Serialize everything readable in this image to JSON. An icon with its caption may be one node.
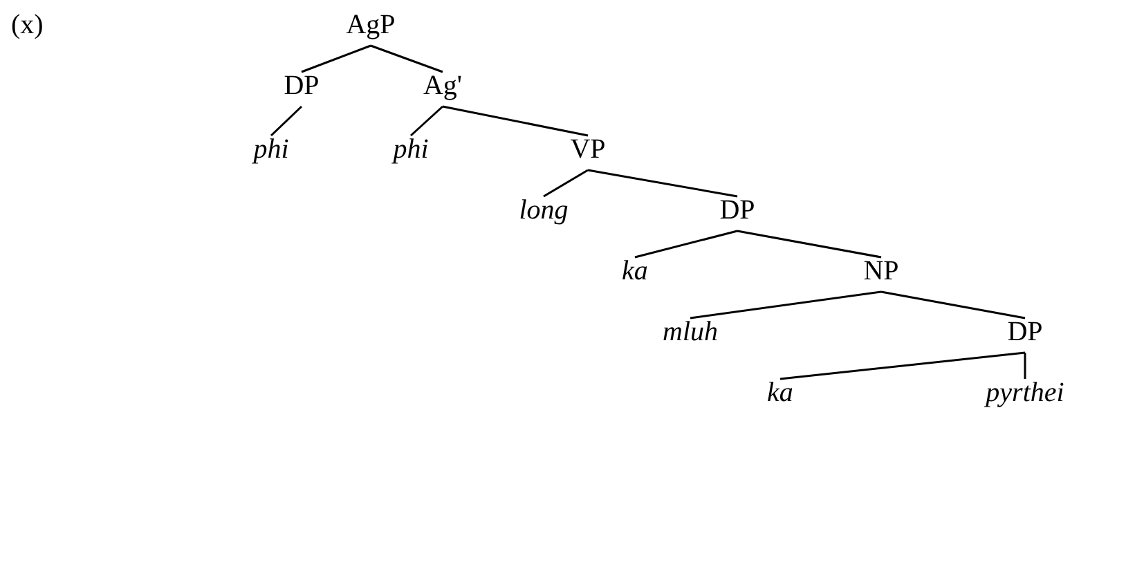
{
  "diagram": {
    "nodes": [
      {
        "text": [
          "AgP"
        ]
      },
      {
        "text": [
          "DP"
        ]
      },
      {
        "text": [
          "Ag'"
        ]
      },
      {
        "text": [
          "phi"
        ]
      },
      {
        "text": [
          "phi"
        ]
      },
      {
        "text": [
          "VP"
        ]
      },
      {
        "text": [
          "long"
        ]
      },
      {
        "text": [
          "DP"
        ]
      },
      {
        "text": [
          "ka"
        ]
      },
      {
        "text": [
          "NP"
        ]
      },
      {
        "text": [
          "mluh"
        ]
      },
      {
        "text": [
          "DP"
        ]
      },
      {
        "text": [
          "ka"
        ]
      },
      {
        "text": [
          "pyrthei"
        ]
      }
    ],
    "edges": [
      {
        "from": 0,
        "to": 1,
        "arrow": "none"
      },
      {
        "from": 0,
        "to": 2,
        "arrow": "none"
      },
      {
        "from": 1,
        "to": 3,
        "arrow": "none"
      },
      {
        "from": 2,
        "to": 4,
        "arrow": "none"
      },
      {
        "from": 2,
        "to": 5,
        "arrow": "none"
      },
      {
        "from": 5,
        "to": 6,
        "arrow": "none"
      },
      {
        "from": 5,
        "to": 7,
        "arrow": "none"
      },
      {
        "from": 7,
        "to": 8,
        "arrow": "none"
      },
      {
        "from": 7,
        "to": 9,
        "arrow": "none"
      },
      {
        "from": 9,
        "to": 10,
        "arrow": "none"
      },
      {
        "from": 9,
        "to": 11,
        "arrow": "none"
      },
      {
        "from": 11,
        "to": 12,
        "arrow": "none"
      },
      {
        "from": 11,
        "to": 13,
        "arrow": "none"
      }
    ],
    "labels": [
      "(x)"
    ]
  }
}
